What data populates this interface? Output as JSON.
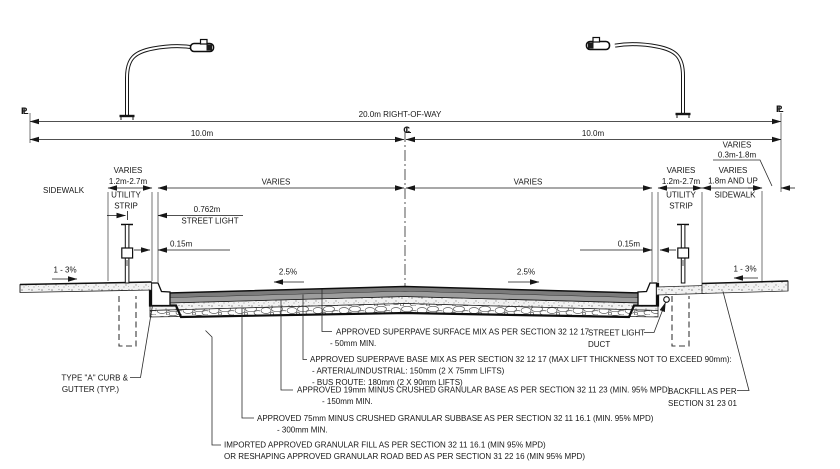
{
  "title": "Road right-of-way cross section standard drawing",
  "colors": {
    "line": "#161616",
    "asphalt_surface": "#7b7b7b",
    "asphalt_base": "#9d9d9d",
    "granular_dot": "#8a8a8a",
    "paper": "#ffffff"
  },
  "dims": {
    "right_of_way": "20.0m RIGHT-OF-WAY",
    "half_left": "10.0m",
    "half_right": "10.0m",
    "varies": "VARIES",
    "utility_range": "1.2m-2.7m",
    "sidewalk_range": "1.8m AND UP",
    "boulevard_range": "0.3m-1.8m",
    "streetlight_offset": "0.762m",
    "streetlight_offset_label": "STREET LIGHT",
    "curb_offset": "0.15m",
    "sidewalk_slope": "1 - 3%",
    "road_slope": "2.5%",
    "pl_symbol": "PL",
    "cl_symbol": "CL"
  },
  "labels": {
    "sidewalk_left": "SIDEWALK",
    "sidewalk_right": "SIDEWALK",
    "utility_strip": [
      "UTILITY",
      "STRIP"
    ]
  },
  "annotations": {
    "surface_mix": [
      "APPROVED SUPERPAVE SURFACE MIX AS PER SECTION 32 12 17",
      "- 50mm MIN."
    ],
    "base_mix": [
      "APPROVED SUPERPAVE BASE MIX AS PER SECTION 32 12 17 (MAX LIFT THICKNESS NOT TO EXCEED 90mm):",
      "- ARTERIAL/INDUSTRIAL: 150mm (2 X 75mm LIFTS)",
      "- BUS ROUTE: 180mm (2 X 90mm LIFTS)"
    ],
    "granular_base": [
      "APPROVED 19mm MINUS CRUSHED GRANULAR BASE AS PER SECTION 32 11 23 (MIN. 95% MPD)",
      "- 150mm MIN."
    ],
    "granular_subbase": [
      "APPROVED 75mm MINUS CRUSHED GRANULAR SUBBASE AS PER SECTION 32 11 16.1 (MIN. 95% MPD)",
      "- 300mm MIN."
    ],
    "granular_fill": [
      "IMPORTED APPROVED GRANULAR FILL AS PER SECTION 32 11 16.1 (MIN 95% MPD)",
      "OR RESHAPING APPROVED GRANULAR ROAD BED AS PER SECTION 31 22 16 (MIN 95% MPD)"
    ],
    "curb": [
      "TYPE \"A\" CURB &",
      "GUTTER (TYP.)"
    ],
    "street_light_duct": [
      "STREET LIGHT",
      "DUCT"
    ],
    "backfill": [
      "BACKFILL AS PER",
      "SECTION 31 23 01"
    ]
  }
}
